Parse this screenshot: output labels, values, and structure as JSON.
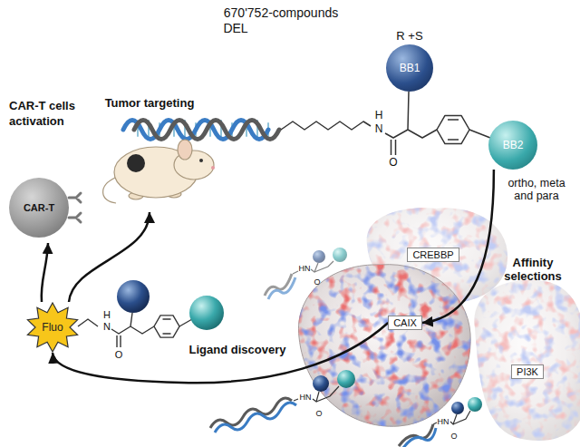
{
  "diagram": {
    "nodes": [
      {
        "text": [
          "BB1"
        ]
      },
      {
        "text": [
          "BB2"
        ]
      },
      {
        "text": [
          "CREBBP"
        ]
      },
      {
        "text": [
          "CAIX"
        ]
      },
      {
        "text": [
          "PI3K"
        ]
      },
      {
        "text": [
          "Fluo"
        ]
      },
      {
        "text": [
          "Tumor targeting"
        ]
      },
      {
        "text": [
          "CAR-T cells activation",
          "CAR-T"
        ]
      }
    ],
    "edges": [
      {
        "from": 1,
        "to": 3,
        "arrow": "to"
      },
      {
        "from": 3,
        "to": 5,
        "arrow": "to"
      },
      {
        "from": 5,
        "to": 6,
        "arrow": "to"
      },
      {
        "from": 5,
        "to": 7,
        "arrow": "to"
      }
    ],
    "labels": [
      "670'752-compounds",
      "DEL",
      "R +S",
      "H",
      "N",
      "O",
      "ortho, meta and para",
      "Affinity selections",
      "HN",
      "O",
      "HN",
      "O",
      "HN",
      "O",
      "Ligand discovery",
      "H",
      "N",
      "O"
    ]
  }
}
